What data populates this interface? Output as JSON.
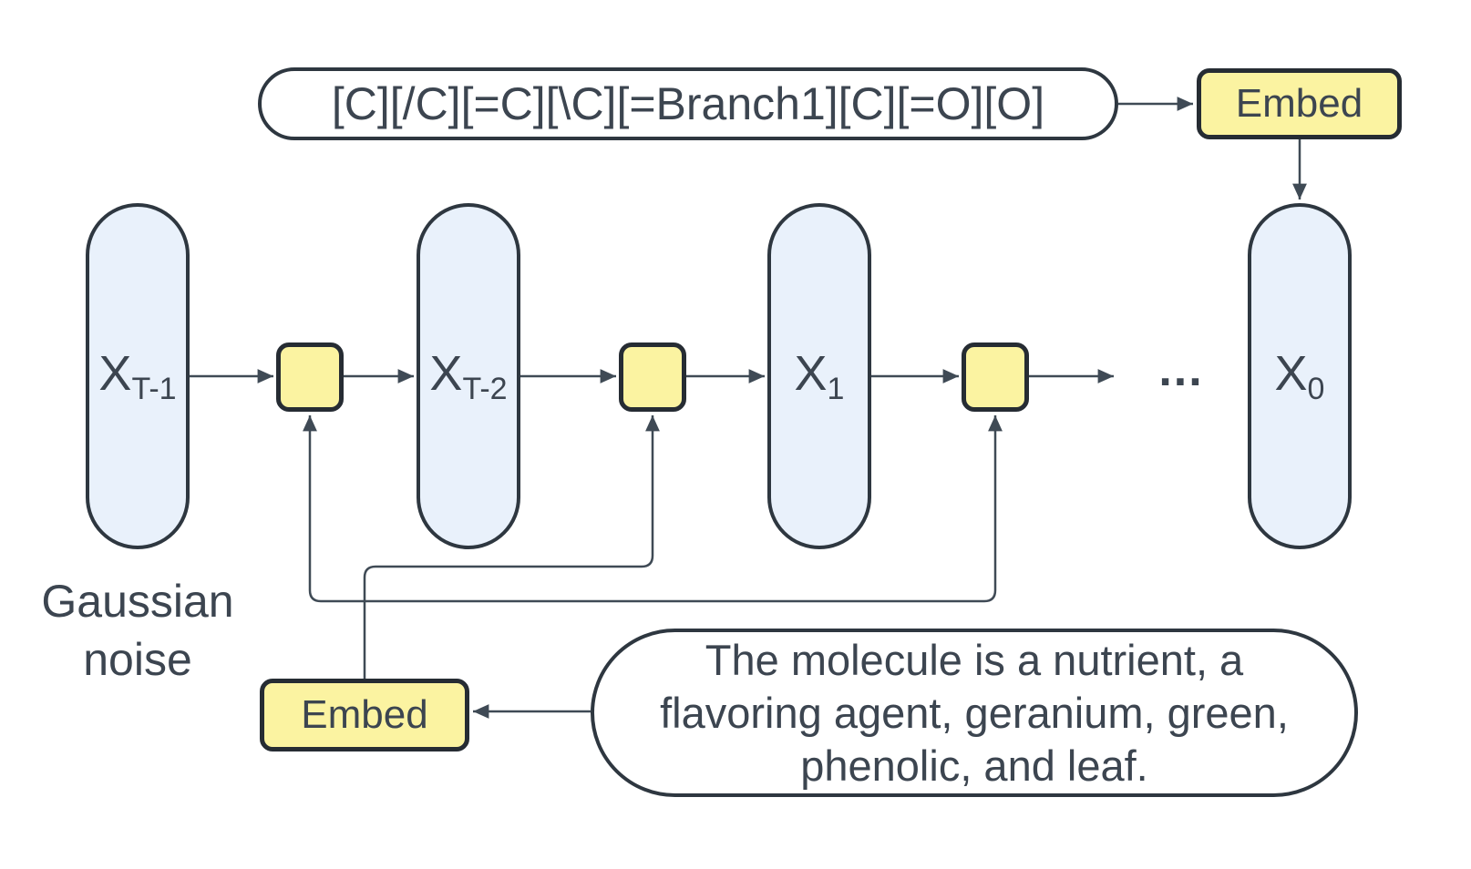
{
  "colors": {
    "background": "#ffffff",
    "node_yellow": "#fbf3a1",
    "node_blue": "#e9f1fb",
    "border_dark": "#2e3740",
    "text": "#3c4550",
    "line": "#3f4a55"
  },
  "selfies": {
    "text": "[C][/C][=C][\\C][=Branch1][C][=O][O]"
  },
  "embed_top": {
    "label": "Embed"
  },
  "embed_bottom": {
    "label": "Embed"
  },
  "chain": {
    "capsules": [
      {
        "base": "X",
        "sub": "T-1"
      },
      {
        "base": "X",
        "sub": "T-2"
      },
      {
        "base": "X",
        "sub": "1"
      },
      {
        "base": "X",
        "sub": "0"
      }
    ],
    "ellipsis": "..."
  },
  "gaussian_label": {
    "line1": "Gaussian",
    "line2": "noise"
  },
  "prompt": {
    "lines": [
      "The molecule is a nutrient, a",
      "flavoring agent, geranium, green,",
      "phenolic, and leaf."
    ]
  }
}
